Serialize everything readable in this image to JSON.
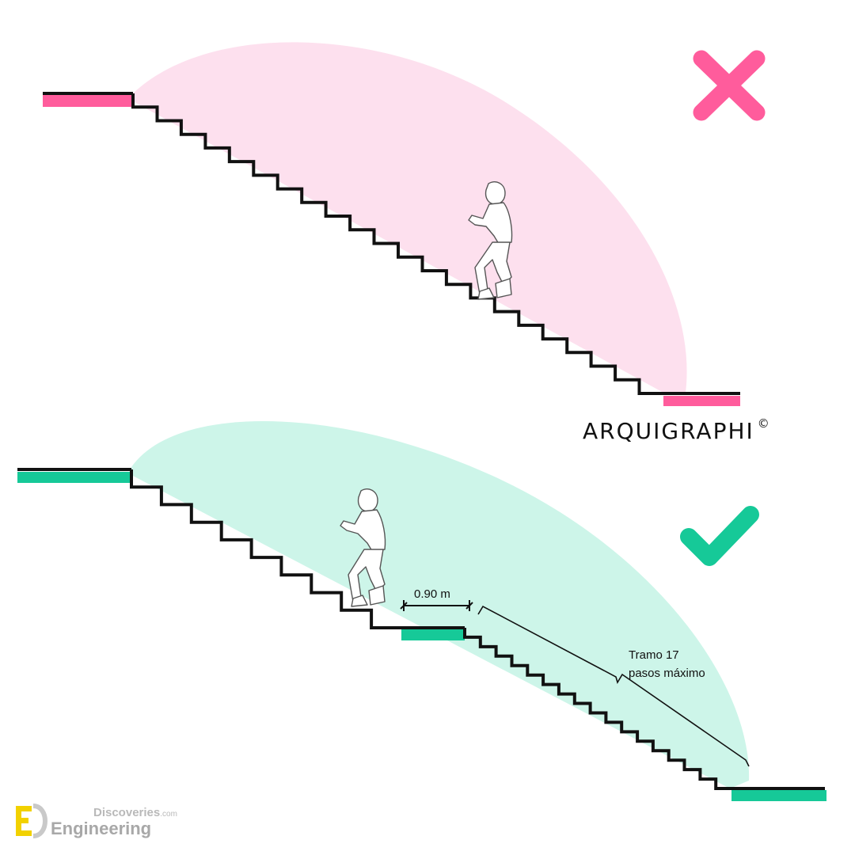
{
  "brand": {
    "name": "ARQUIGRAPHI",
    "copyright": "©"
  },
  "bad_example": {
    "marker": "x-mark-icon",
    "color_landing": "#ff5c9c",
    "color_fill": "#fde0ee",
    "steps_in_flight": 22
  },
  "good_example": {
    "marker": "check-mark-icon",
    "color_landing": "#16c998",
    "color_fill": "#cdf5e9",
    "landing_width_label": "0.90 m",
    "flight_note_line1": "Tramo 17",
    "flight_note_line2": "pasos máximo"
  },
  "watermark": {
    "line1": "Discoveries",
    "line1_suffix": ".com",
    "line2": "Engineering",
    "icon": "ed-logo-icon"
  }
}
